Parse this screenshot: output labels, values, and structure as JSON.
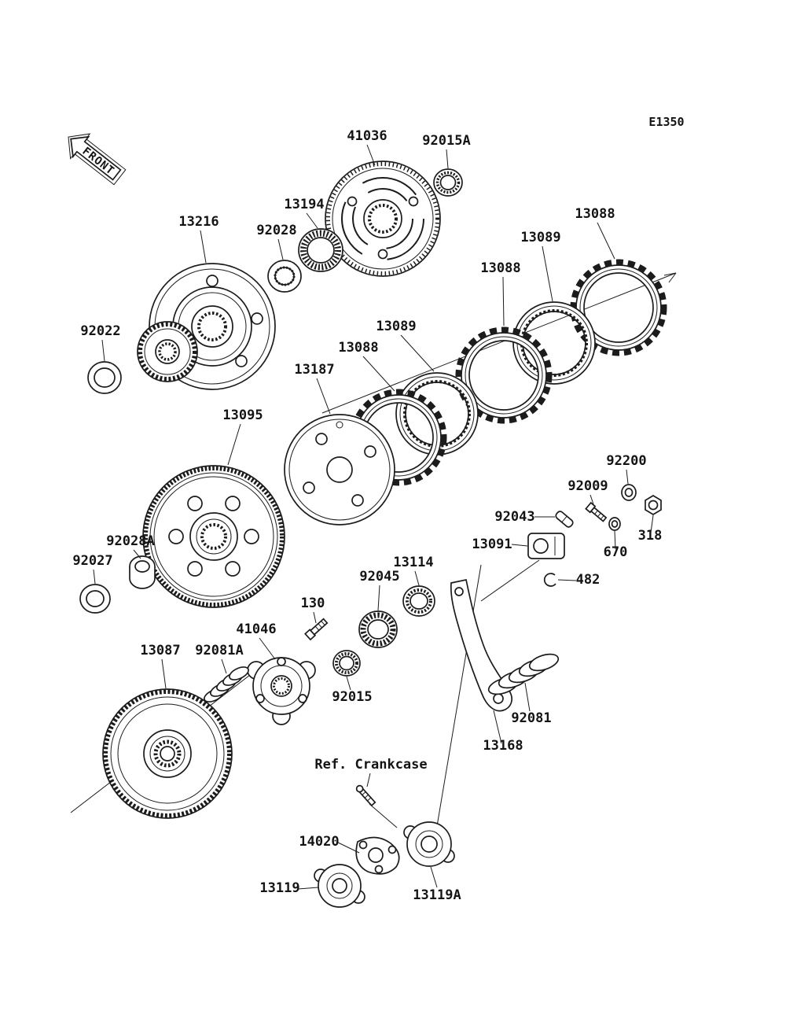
{
  "page": {
    "background": "#ffffff",
    "ink": "#1c1c1c",
    "code": "E1350"
  },
  "labels": {
    "front": "FRONT",
    "ref_crankcase": "Ref. Crankcase",
    "p41036": "41036",
    "p92015A": "92015A",
    "p13194": "13194",
    "p92028": "92028",
    "p13216": "13216",
    "p13088_1": "13088",
    "p13089_1": "13089",
    "p13088_2": "13088",
    "p92022": "92022",
    "p13089_2": "13089",
    "p13088_3": "13088",
    "p13187": "13187",
    "p13095": "13095",
    "p92200": "92200",
    "p92009": "92009",
    "p92043": "92043",
    "p13091": "13091",
    "p318": "318",
    "p670": "670",
    "p92028A": "92028A",
    "p92027": "92027",
    "p482": "482",
    "p13114": "13114",
    "p92045": "92045",
    "p130": "130",
    "p41046": "41046",
    "p13087": "13087",
    "p92081A": "92081A",
    "p92015": "92015",
    "p92081": "92081",
    "p13168": "13168",
    "p14020": "14020",
    "p13119": "13119",
    "p13119A": "13119A"
  }
}
